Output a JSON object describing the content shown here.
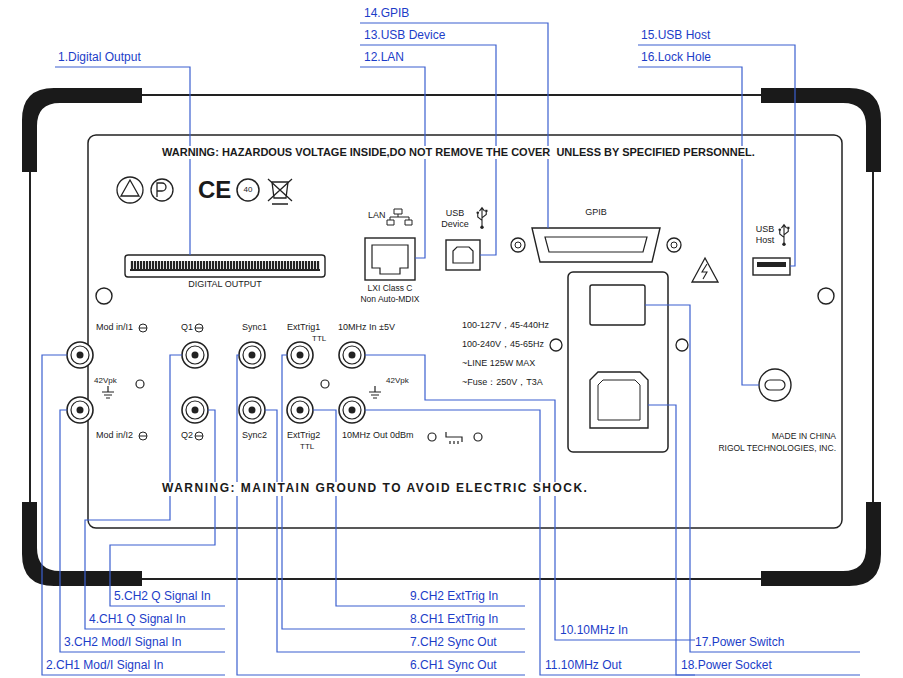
{
  "diagram": {
    "labels": [
      "1.Digital Output",
      "14.GPIB",
      "13.USB Device",
      "12.LAN",
      "15.USB Host",
      "16.Lock Hole",
      "WARNING: HAZARDOUS VOLTAGE INSIDE,DO NOT REMOVE THE COVER  UNLESS BY SPECIFIED PERSONNEL.",
      "CE",
      "40",
      "DIGITAL OUTPUT",
      "LAN",
      "LXI Class C",
      "Non Auto-MDIX",
      "USB",
      "Device",
      "GPIB",
      "USB",
      "Host",
      "Mod in/I1",
      "Q1",
      "Sync1",
      "ExtTrig1",
      "TTL",
      "10MHz In ±5V",
      "42Vpk",
      "Mod in/I2",
      "Q2",
      "Sync2",
      "ExtTrig2",
      "TTL",
      "10MHz Out 0dBm",
      "42Vpk",
      "100-127V，45-440Hz",
      "100-240V，45-65Hz",
      "~LINE 125W MAX",
      "~Fuse：250V，T3A",
      "MADE IN CHINA",
      "RIGOL TECHNOLOGIES, INC.",
      "WARNING: MAINTAIN GROUND TO AVOID ELECTRIC SHOCK.",
      "9.CH2 ExtTrig In",
      "8.CH1 ExtTrig In",
      "7.CH2 Sync Out",
      "6.CH1 Sync Out",
      "5.CH2 Q Signal In",
      "4.CH1 Q Signal In",
      "3.CH2 Mod/I Signal In",
      "2.CH1 Mod/I Signal In",
      "10.10MHz In",
      "11.10MHz Out",
      "17.Power Switch",
      "18.Power Socket"
    ]
  }
}
